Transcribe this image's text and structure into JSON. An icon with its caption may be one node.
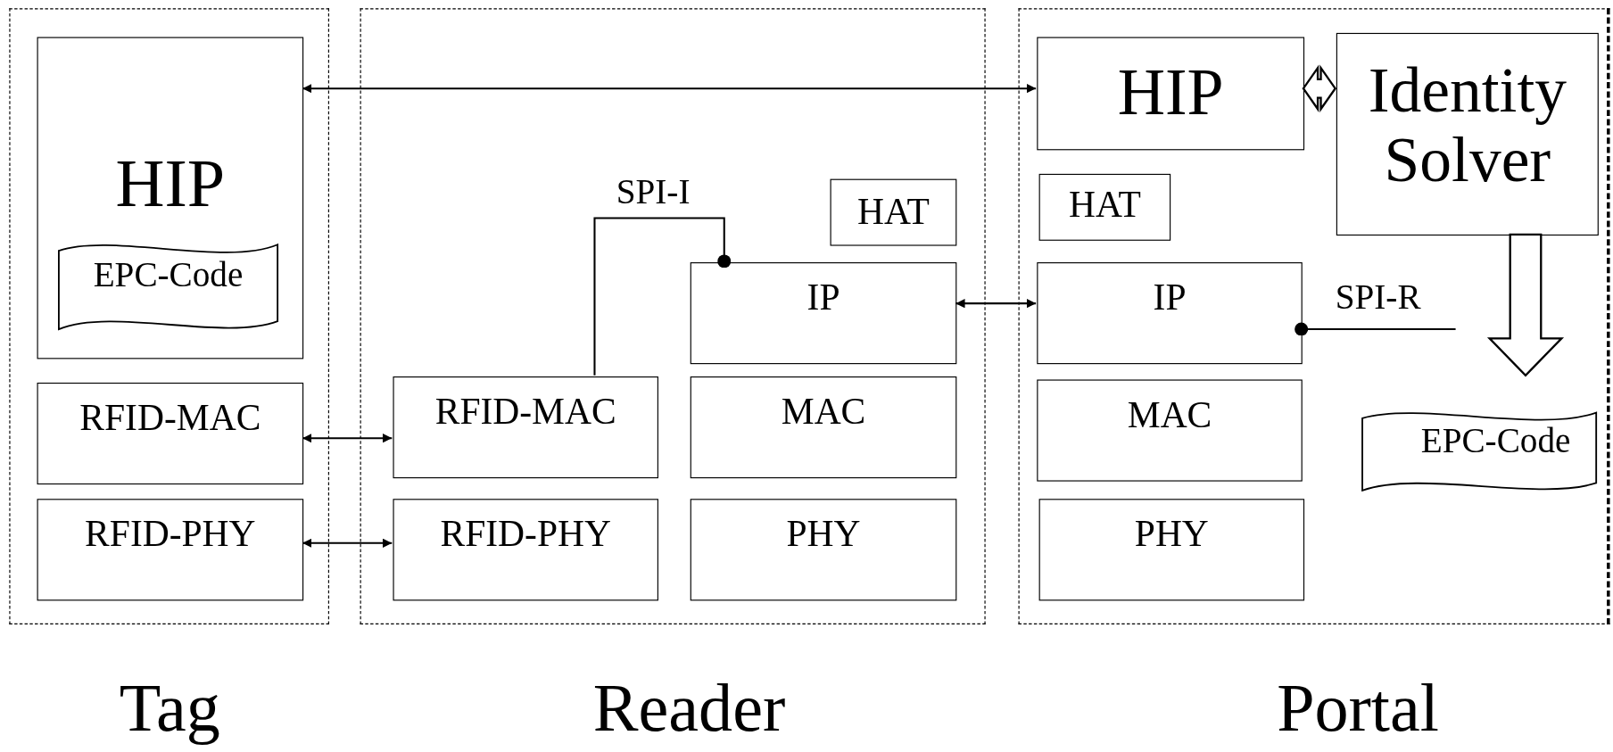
{
  "diagram": {
    "nodes": [
      {
        "text": [],
        "shape": "box",
        "beside": [
          "Tag"
        ]
      },
      {
        "text": [],
        "shape": "box",
        "beside": [
          "Reader"
        ]
      },
      {
        "text": [],
        "shape": "box",
        "beside": [
          "Portal"
        ]
      },
      {
        "text": [
          "HIP"
        ],
        "in": 0
      },
      {
        "text": [
          "EPC-Code"
        ],
        "in": 3
      },
      {
        "text": [
          "RFID-MAC"
        ],
        "in": 0
      },
      {
        "text": [
          "RFID-PHY"
        ],
        "in": 0
      },
      {
        "text": [
          "RFID-MAC"
        ],
        "in": 1
      },
      {
        "text": [
          "RFID-PHY"
        ],
        "in": 1
      },
      {
        "text": [
          "HAT"
        ],
        "in": 1
      },
      {
        "text": [
          "IP"
        ],
        "in": 1
      },
      {
        "text": [
          "MAC"
        ],
        "in": 1
      },
      {
        "text": [
          "PHY"
        ],
        "in": 1
      },
      {
        "text": [
          "HIP"
        ],
        "in": 2
      },
      {
        "text": [
          "Identity Solver"
        ],
        "in": 2
      },
      {
        "text": [
          "HAT"
        ],
        "in": 2
      },
      {
        "text": [
          "IP"
        ],
        "in": 2
      },
      {
        "text": [
          "MAC"
        ],
        "in": 2
      },
      {
        "text": [
          "PHY"
        ],
        "in": 2
      },
      {
        "text": [
          "EPC-Code"
        ],
        "in": 2
      }
    ],
    "edges": [
      {
        "from": 3,
        "to": 13,
        "arrow": "both"
      },
      {
        "from": 13,
        "to": 14,
        "arrow": "both",
        "style": "thick"
      },
      {
        "from": 14,
        "to": 19,
        "arrow": "to",
        "style": "thick"
      },
      {
        "from": 10,
        "to": 16,
        "arrow": "both"
      },
      {
        "from": 5,
        "to": 7,
        "arrow": "both"
      },
      {
        "from": 6,
        "to": 8,
        "arrow": "both"
      },
      {
        "from": 7,
        "to": 10,
        "arrow": "other",
        "label": "SPI-I"
      },
      {
        "from": null,
        "to": 16,
        "arrow": "other",
        "label": "SPI-R"
      }
    ]
  }
}
